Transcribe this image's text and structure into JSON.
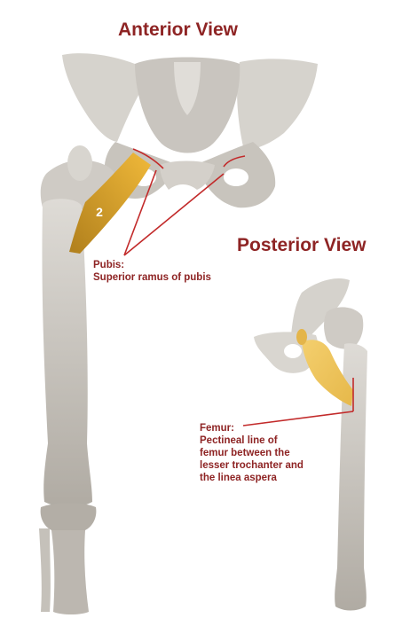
{
  "views": {
    "anterior": {
      "title": "Anterior View"
    },
    "posterior": {
      "title": "Posterior View"
    }
  },
  "muscle": {
    "number": "2"
  },
  "labels": {
    "pubis": {
      "heading": "Pubis:",
      "lines": [
        "Superior ramus of pubis"
      ]
    },
    "femur": {
      "heading": "Femur:",
      "lines": [
        "Pectineal line of",
        "femur between the",
        "lesser trochanter and",
        "the linea aspera"
      ]
    }
  },
  "colors": {
    "title_text": "#8e2424",
    "annotation_line": "#c22a2a",
    "bone_light": "#dcd9d4",
    "bone_dark": "#aaa59d",
    "muscle_anterior": "#d9a72a",
    "muscle_posterior": "#f1c55a"
  }
}
